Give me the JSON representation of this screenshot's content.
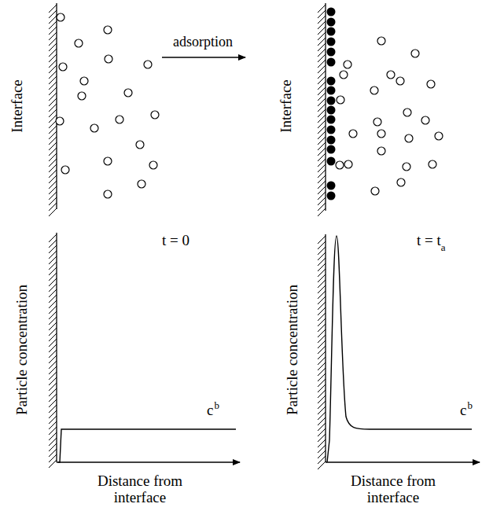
{
  "diagram": {
    "labels": [
      "Interface",
      "adsorption",
      "Interface",
      "Particle concentration",
      "t = 0",
      "c",
      "b",
      "Distance from interface",
      "Particle concentration",
      "t = t",
      "a",
      "c",
      "b",
      "Distance from interface"
    ]
  }
}
